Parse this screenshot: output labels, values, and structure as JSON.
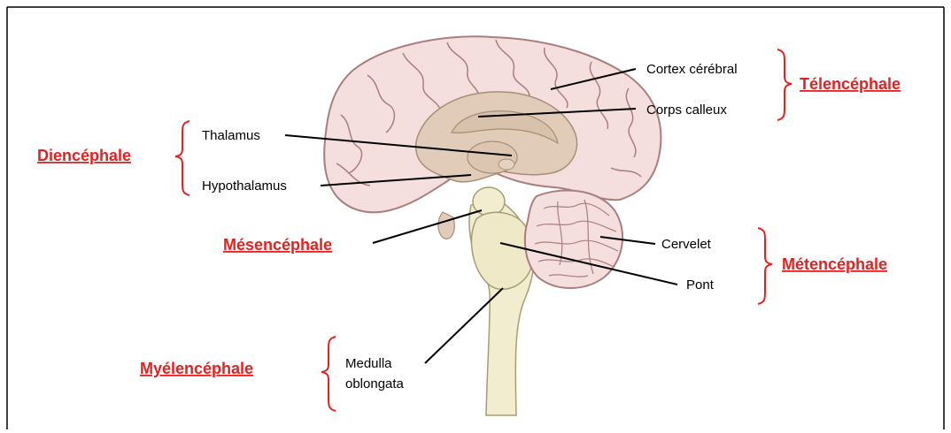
{
  "colors": {
    "accent_red": "#e52020",
    "cortex_fill": "#f5dede",
    "cortex_stroke": "#a87e7e",
    "inner_fill": "#e0ccb9",
    "stem_fill": "#f1edce",
    "stem_stroke": "#a59d75"
  },
  "groups": {
    "telencephale": "Télencéphale",
    "diencephale": "Diencéphale",
    "mesencephale": "Mésencéphale",
    "metencephale": "Métencéphale",
    "myelencephale": "Myélencéphale"
  },
  "labels": {
    "cortex": "Cortex cérébral",
    "corps_calleux": "Corps calleux",
    "thalamus": "Thalamus",
    "hypothalamus": "Hypothalamus",
    "cervelet": "Cervelet",
    "pont": "Pont",
    "medulla_line1": "Medulla",
    "medulla_line2": "oblongata"
  }
}
